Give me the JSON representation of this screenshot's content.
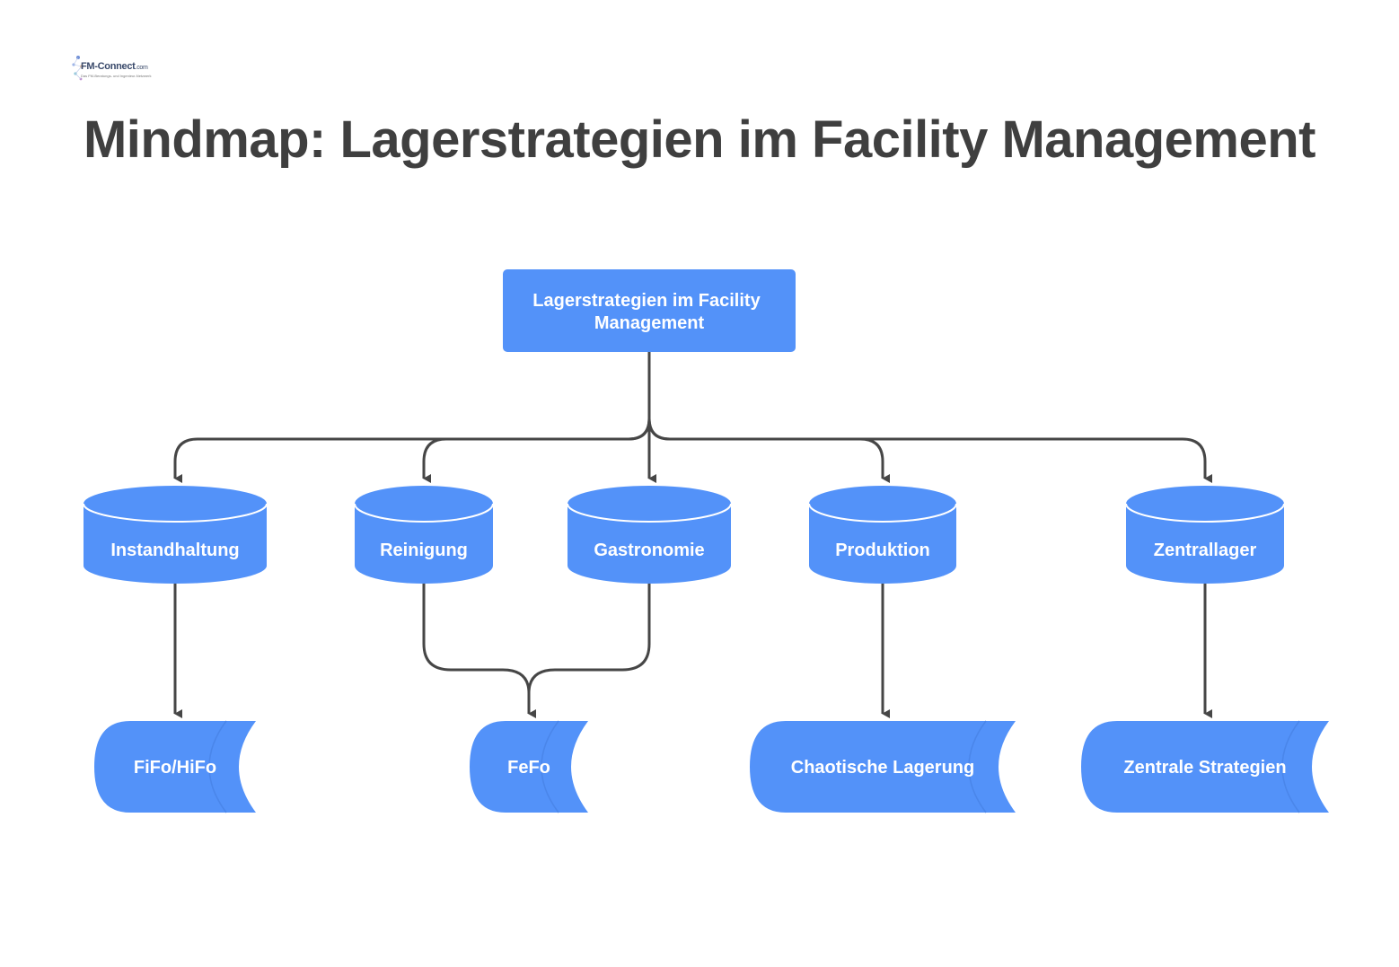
{
  "logo": {
    "name": "FM-Connect",
    "suffix": ".com",
    "tagline": "Das FM-Beratungs- und Ingenieur-Netzwerk"
  },
  "title": "Mindmap: Lagerstrategien im Facility Management",
  "colors": {
    "node": "#5392f9",
    "connector": "#464646",
    "title": "#3f3f3f",
    "background": "#ffffff"
  },
  "root": {
    "label_line1": "Lagerstrategien im Facility",
    "label_line2": "Management"
  },
  "areas": [
    {
      "label": "Instandhaltung"
    },
    {
      "label": "Reinigung"
    },
    {
      "label": "Gastronomie"
    },
    {
      "label": "Produktion"
    },
    {
      "label": "Zentrallager"
    }
  ],
  "strategies": [
    {
      "label": "FiFo/HiFo",
      "from": [
        "Instandhaltung"
      ]
    },
    {
      "label": "FeFo",
      "from": [
        "Reinigung",
        "Gastronomie"
      ]
    },
    {
      "label": "Chaotische Lagerung",
      "from": [
        "Produktion"
      ]
    },
    {
      "label": "Zentrale Strategien",
      "from": [
        "Zentrallager"
      ]
    }
  ]
}
